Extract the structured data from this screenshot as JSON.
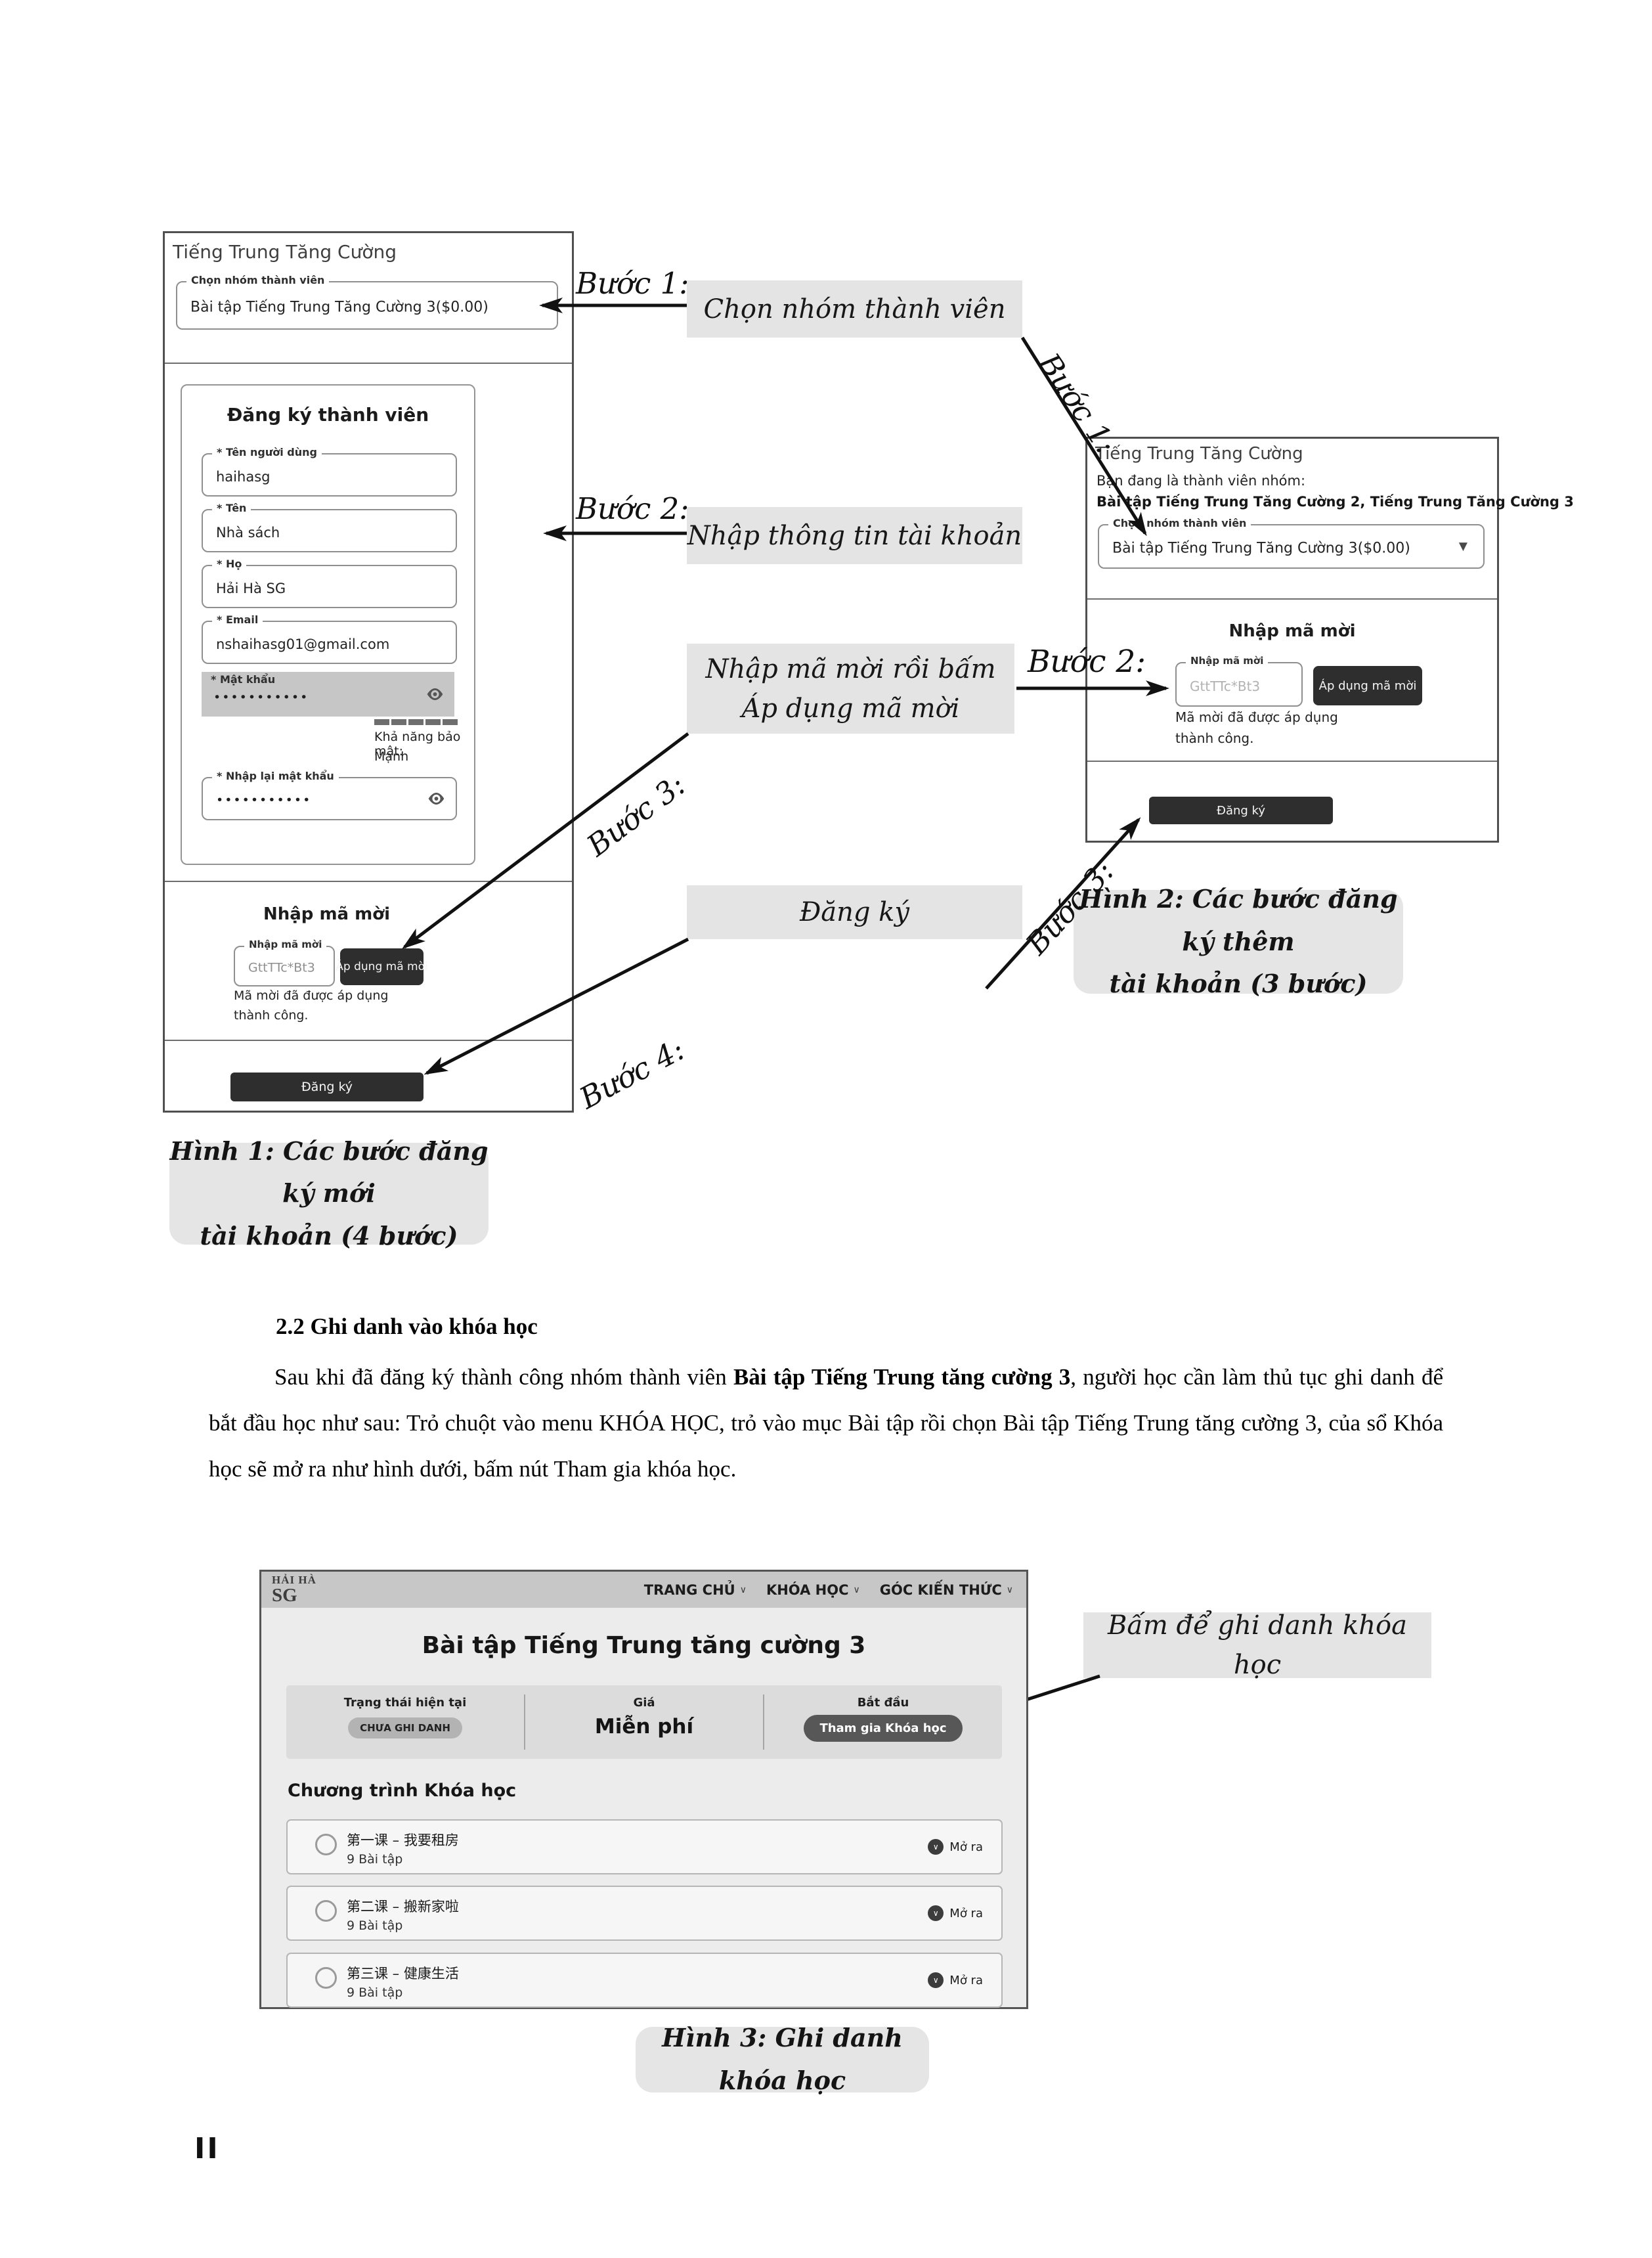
{
  "icons": {
    "caret_down": "▼",
    "chevron_down": "∨"
  },
  "figure1": {
    "window_title": "Tiếng Trung Tăng Cường",
    "group_select": {
      "label": "Chọn nhóm thành viên",
      "value": "Bài tập Tiếng Trung Tăng Cường 3($0.00)"
    },
    "register_form": {
      "title": "Đăng ký thành viên",
      "fields": [
        {
          "label": "* Tên người dùng",
          "value": "haihasg"
        },
        {
          "label": "* Tên",
          "value": "Nhà sách"
        },
        {
          "label": "* Họ",
          "value": "Hải Hà SG"
        },
        {
          "label": "* Email",
          "value": "nshaihasg01@gmail.com"
        }
      ],
      "password_label": "* Mật khẩu",
      "password_value": "•••••••••••",
      "strength_label": "Khả năng bảo mật:",
      "strength_value": "Mạnh",
      "confirm_label": "* Nhập lại mật khẩu",
      "confirm_value": "•••••••••••"
    },
    "invite": {
      "title": "Nhập mã mời",
      "field_label": "Nhập mã mời",
      "field_value": "GttTTc*Bt3",
      "apply_button": "Áp dụng mã mời",
      "success_line1": "Mã mời đã được áp dụng",
      "success_line2": "thành công."
    },
    "register_button": "Đăng ký",
    "caption_line1": "Hình 1: Các bước đăng ký mới",
    "caption_line2": "tài khoản (4 bước)"
  },
  "figure2": {
    "window_title": "Tiếng Trung Tăng Cường",
    "member_line1": "Bạn đang là thành viên nhóm:",
    "member_line2": "Bài tập Tiếng Trung Tăng Cường 2, Tiếng Trung Tăng Cường 3",
    "group_select": {
      "label": "Chọn nhóm thành viên",
      "value": "Bài tập Tiếng Trung Tăng Cường 3($0.00)"
    },
    "invite": {
      "title": "Nhập mã mời",
      "field_label": "Nhập mã mời",
      "field_placeholder": "GttTTc*Bt3",
      "apply_button": "Áp dụng mã mời",
      "success_line1": "Mã mời đã được áp dụng",
      "success_line2": "thành công."
    },
    "register_button": "Đăng ký",
    "caption_line1": "Hình 2: Các bước đăng ký thêm",
    "caption_line2": "tài khoản (3 bước)"
  },
  "annotations": {
    "step1_label": "Bước 1:",
    "step1_box": "Chọn nhóm thành viên",
    "step2_label": "Bước 2:",
    "step2_box": "Nhập thông tin tài khoản",
    "step3_label": "Bước 3:",
    "step3_box_line1": "Nhập mã mời rồi bấm",
    "step3_box_line2": "Áp dụng mã mời",
    "step4_label": "Bước 4:",
    "step4_box": "Đăng ký",
    "right_step1_label": "Bước 1:",
    "right_step2_label": "Bước 2:",
    "right_step3_label": "Bước 3:",
    "enroll_hint": "Bấm để ghi danh khóa học"
  },
  "section": {
    "heading": "2.2 Ghi danh vào khóa học",
    "para_part1": "Sau khi đã đăng ký thành công nhóm thành viên ",
    "para_bold": "Bài tập Tiếng Trung tăng cường 3",
    "para_part2": ", người học cần làm thủ tục ghi danh để bắt đầu học như sau: Trỏ chuột vào menu KHÓA HỌC, trỏ vào mục Bài tập rồi chọn Bài tập Tiếng Trung tăng cường 3, của sổ Khóa học sẽ mở ra như hình dưới, bấm nút Tham gia khóa học."
  },
  "figure3": {
    "logo_line1": "HẢI HÀ",
    "logo_line2": "SG",
    "nav": [
      {
        "label": "TRANG CHỦ"
      },
      {
        "label": "KHÓA HỌC"
      },
      {
        "label": "GÓC KIẾN THỨC"
      }
    ],
    "course_title": "Bài tập Tiếng Trung tăng cường 3",
    "status_label": "Trạng thái hiện tại",
    "status_badge": "CHƯA GHI DANH",
    "price_label": "Giá",
    "price_value": "Miễn phí",
    "start_label": "Bắt đầu",
    "start_button": "Tham gia Khóa học",
    "curriculum_title": "Chương trình Khóa học",
    "lessons": [
      {
        "title": "第一课 – 我要租房",
        "subtitle": "9 Bài tập",
        "expand": "Mở ra"
      },
      {
        "title": "第二课 – 搬新家啦",
        "subtitle": "9 Bài tập",
        "expand": "Mở ra"
      },
      {
        "title": "第三课 – 健康生活",
        "subtitle": "9 Bài tập",
        "expand": "Mở ra"
      }
    ],
    "caption": "Hình 3: Ghi danh khóa học"
  },
  "page_number": "II"
}
